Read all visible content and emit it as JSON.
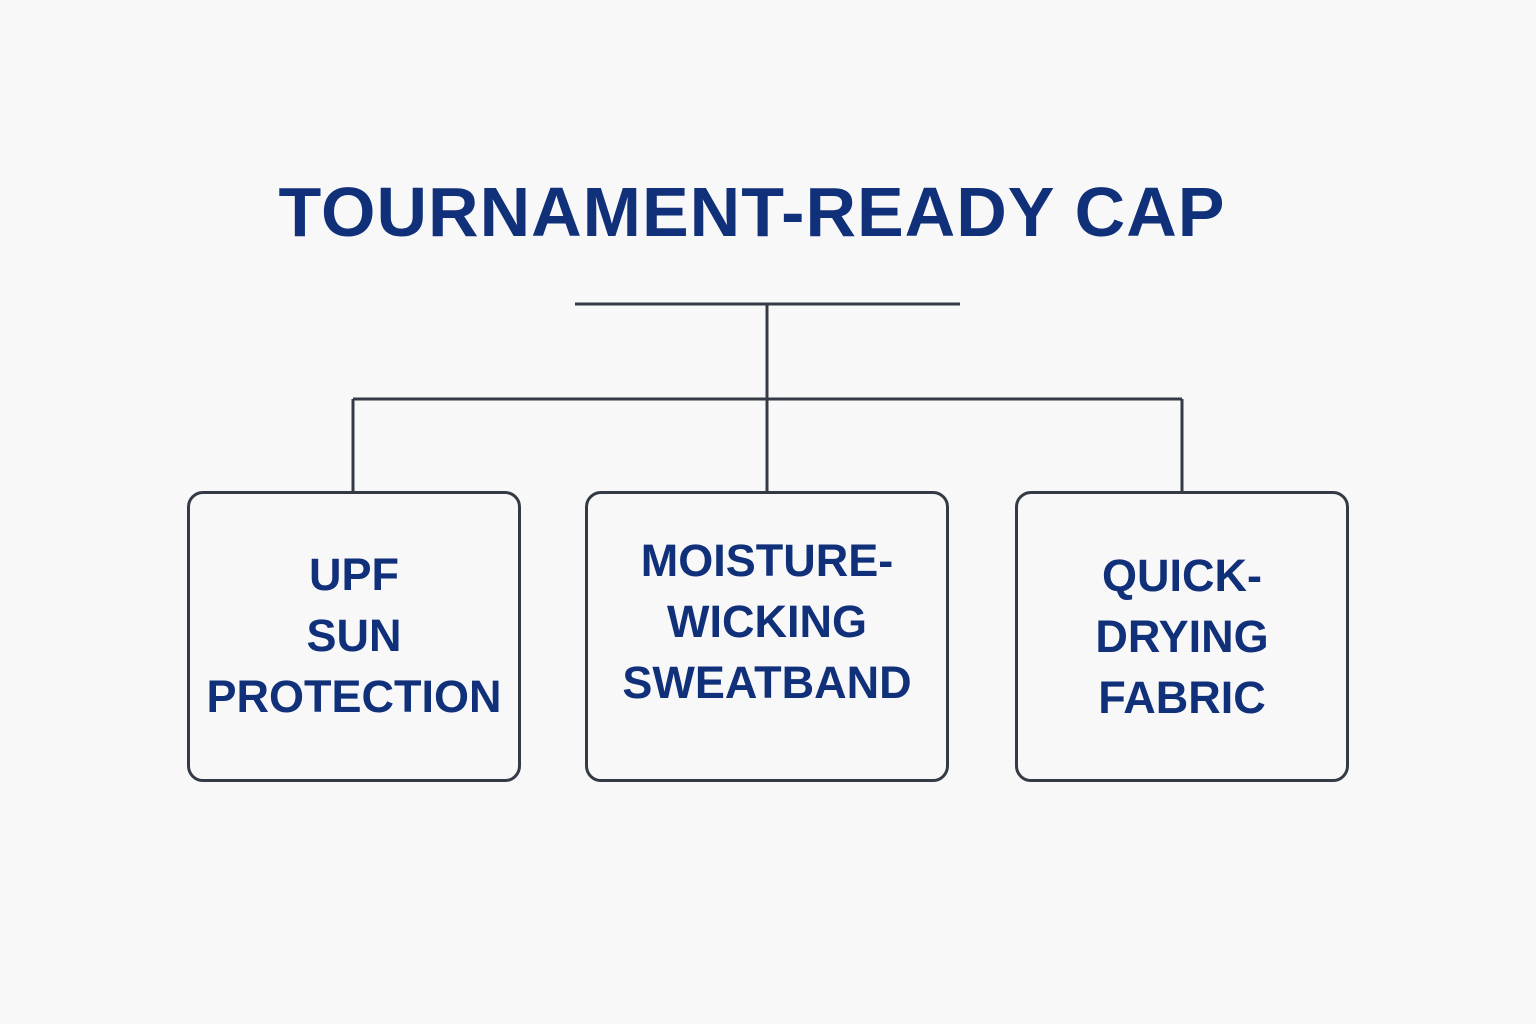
{
  "title": "TOURNAMENT-READY CAP",
  "features": [
    {
      "lines": [
        "UPF",
        "SUN",
        "PROTECTION"
      ]
    },
    {
      "lines": [
        "MOISTURE-",
        "WICKING",
        "SWEATBAND"
      ]
    },
    {
      "lines": [
        "QUICK-",
        "DRYING",
        "FABRIC"
      ]
    }
  ],
  "colors": {
    "text": "#10307a",
    "line": "#353b45",
    "background": "#f8f8f8"
  }
}
